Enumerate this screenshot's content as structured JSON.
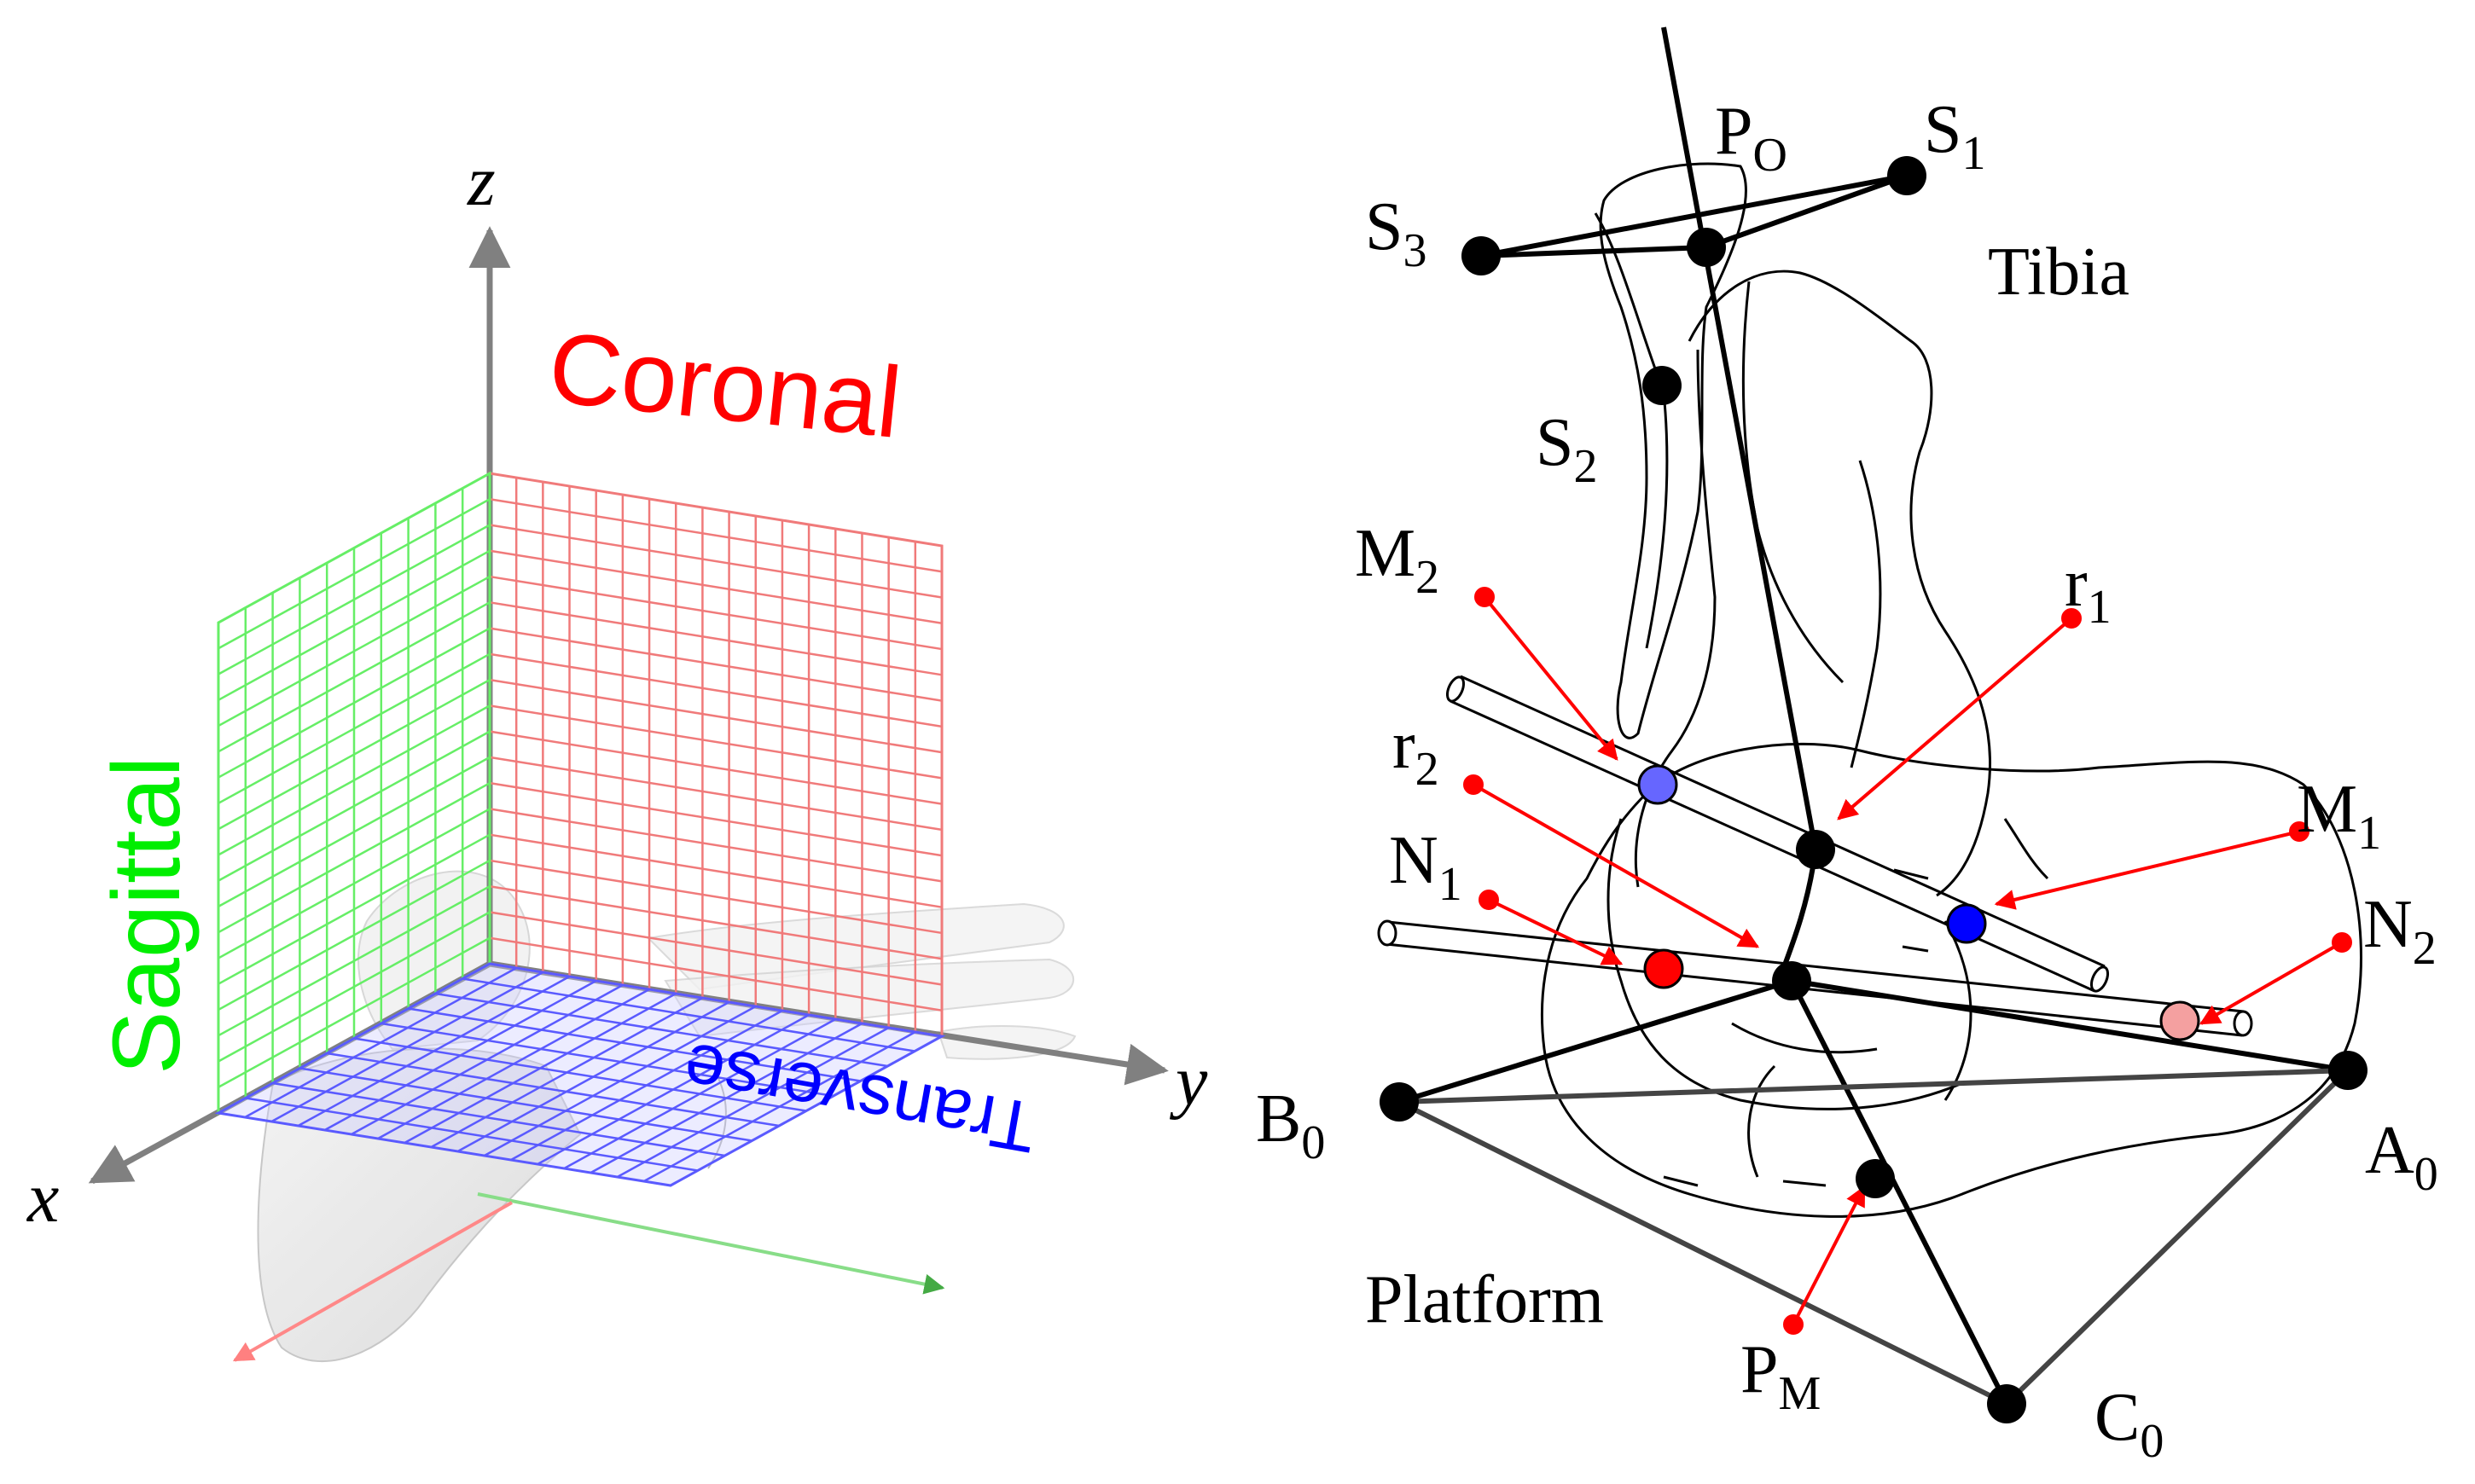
{
  "left_figure": {
    "axes": {
      "x": "x",
      "y": "y",
      "z": "z"
    },
    "planes": {
      "coronal": {
        "label": "Coronal",
        "color": "#ff0000"
      },
      "sagittal": {
        "label": "Sagittal",
        "color": "#00ee00"
      },
      "transverse": {
        "label": "Transverse",
        "color": "#0000ff"
      }
    }
  },
  "right_figure": {
    "labels": {
      "tibia": "Tibia",
      "platform": "Platform"
    },
    "points": {
      "PO": {
        "main": "P",
        "sub": "O"
      },
      "S1": {
        "main": "S",
        "sub": "1"
      },
      "S2": {
        "main": "S",
        "sub": "2"
      },
      "S3": {
        "main": "S",
        "sub": "3"
      },
      "M1": {
        "main": "M",
        "sub": "1"
      },
      "M2": {
        "main": "M",
        "sub": "2"
      },
      "N1": {
        "main": "N",
        "sub": "1"
      },
      "N2": {
        "main": "N",
        "sub": "2"
      },
      "r1": {
        "main": "r",
        "sub": "1"
      },
      "r2": {
        "main": "r",
        "sub": "2"
      },
      "A0": {
        "main": "A",
        "sub": "0"
      },
      "B0": {
        "main": "B",
        "sub": "0"
      },
      "C0": {
        "main": "C",
        "sub": "0"
      },
      "PM": {
        "main": "P",
        "sub": "M"
      }
    },
    "colors": {
      "marker": "#ff0000",
      "medial": "#3333ff",
      "lateral": "#ff0000"
    }
  }
}
